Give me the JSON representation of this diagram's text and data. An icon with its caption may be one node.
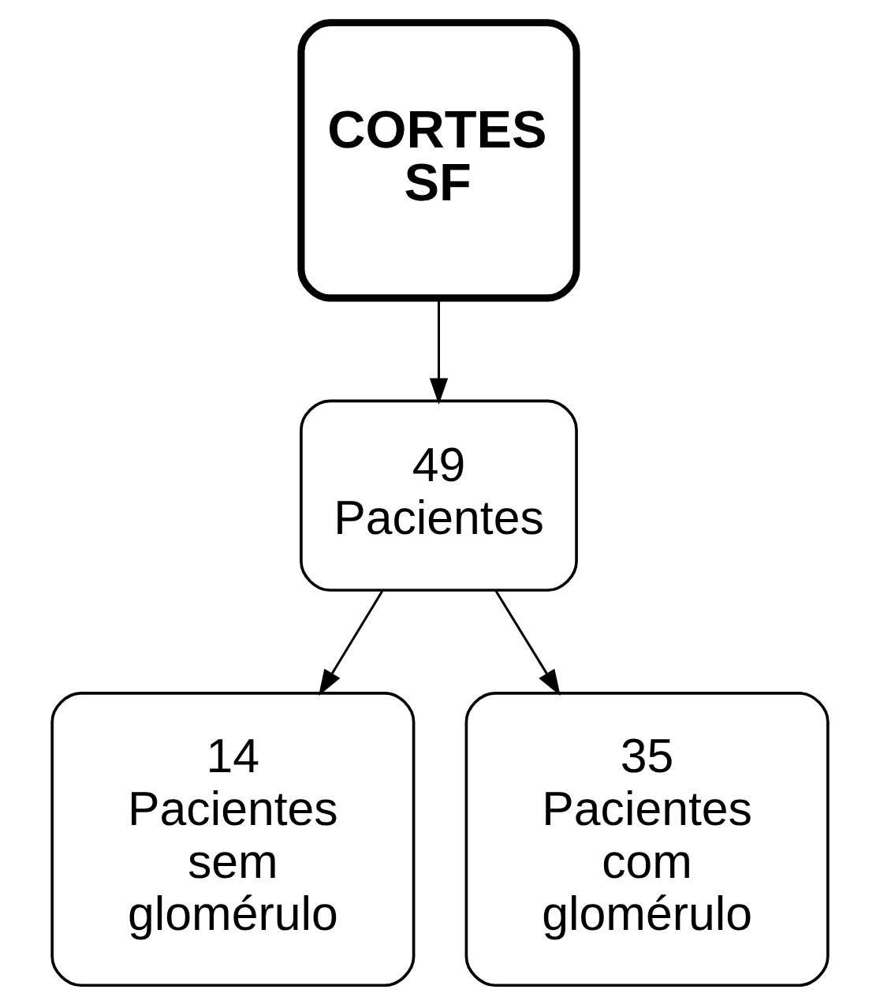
{
  "diagram": {
    "nodes": [
      {
        "text": [
          "CORTES SF"
        ]
      },
      {
        "text": [
          "49 Pacientes"
        ]
      },
      {
        "text": [
          "14 Pacientes sem glomérulo"
        ]
      },
      {
        "text": [
          "35 Pacientes com glomérulo"
        ]
      }
    ],
    "edges": [
      {
        "from": 0,
        "to": 1,
        "arrow": "to"
      },
      {
        "from": 1,
        "to": 2,
        "arrow": "to"
      },
      {
        "from": 1,
        "to": 3,
        "arrow": "to"
      }
    ]
  }
}
